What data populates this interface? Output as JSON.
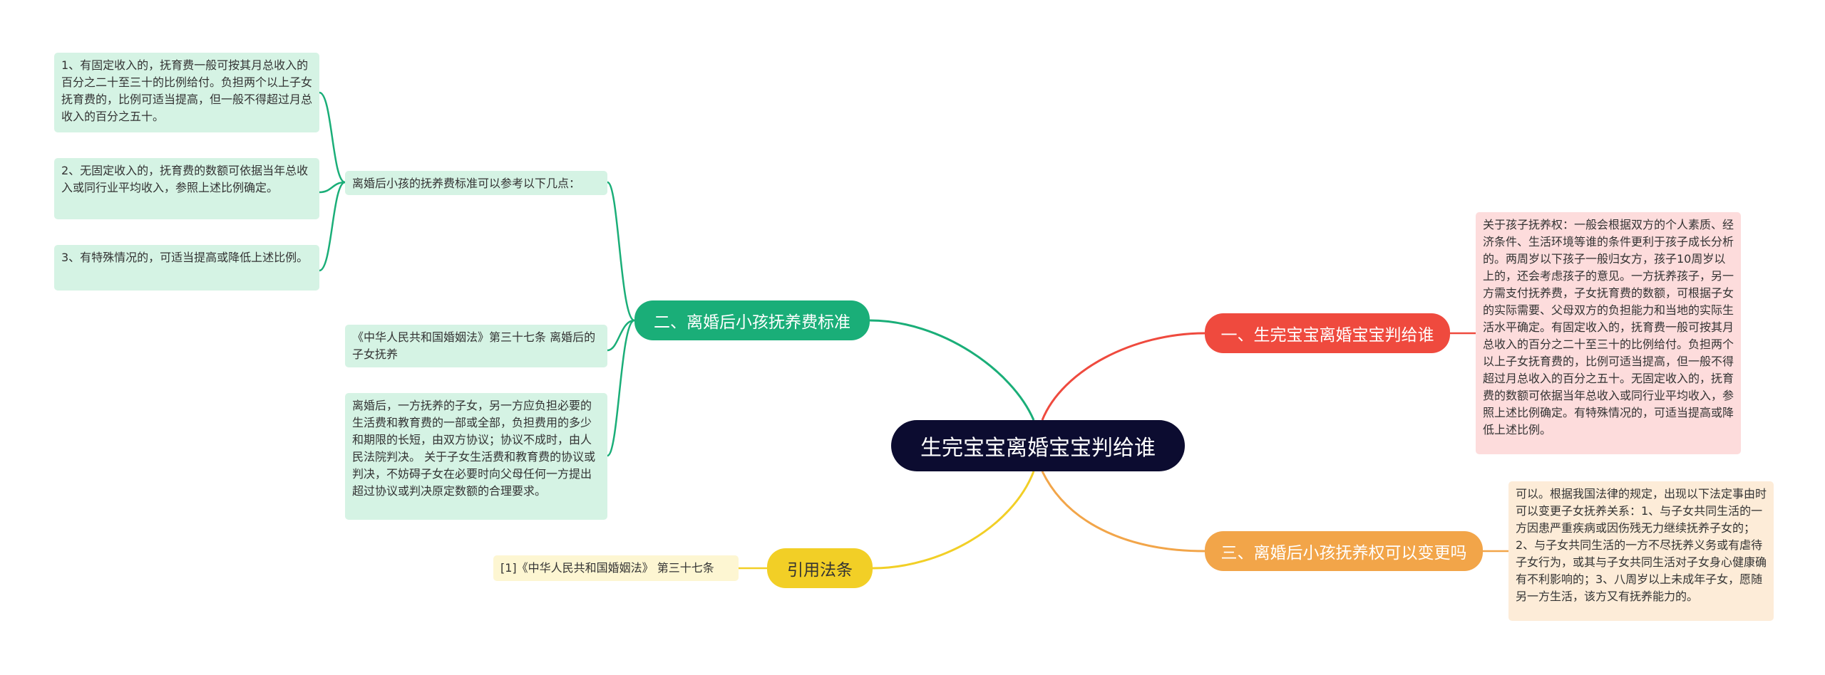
{
  "central": "生完宝宝离婚宝宝判给谁",
  "branches": {
    "b1": {
      "label": "一、生完宝宝离婚宝宝判给谁",
      "color": "#ef4a3e",
      "leaves": [
        "关于孩子抚养权：一般会根据双方的个人素质、经济条件、生活环境等谁的条件更利于孩子成长分析的。两周岁以下孩子一般归女方，孩子10周岁以上的，还会考虑孩子的意见。一方抚养孩子，另一方需支付抚养费，子女抚育费的数额，可根据子女的实际需要、父母双方的负担能力和当地的实际生活水平确定。有固定收入的，抚育费一般可按其月总收入的百分之二十至三十的比例给付。负担两个以上子女抚育费的，比例可适当提高，但一般不得超过月总收入的百分之五十。无固定收入的，抚育费的数额可依据当年总收入或同行业平均收入，参照上述比例确定。有特殊情况的，可适当提高或降低上述比例。"
      ]
    },
    "b2": {
      "label": "二、离婚后小孩抚养费标准",
      "color": "#1aae78",
      "leaves": [
        "离婚后小孩的抚养费标准可以参考以下几点：",
        "《中华人民共和国婚姻法》第三十七条 离婚后的子女抚养",
        "离婚后，一方抚养的子女，另一方应负担必要的生活费和教育费的一部或全部，负担费用的多少和期限的长短，由双方协议；协议不成时，由人民法院判决。 关于子女生活费和教育费的协议或判决，不妨碍子女在必要时向父母任何一方提出超过协议或判决原定数额的合理要求。"
      ],
      "sub_leaves": [
        "1、有固定收入的，抚育费一般可按其月总收入的百分之二十至三十的比例给付。负担两个以上子女抚育费的，比例可适当提高，但一般不得超过月总收入的百分之五十。",
        "2、无固定收入的，抚育费的数额可依据当年总收入或同行业平均收入，参照上述比例确定。",
        "3、有特殊情况的，可适当提高或降低上述比例。"
      ]
    },
    "b3": {
      "label": "三、离婚后小孩抚养权可以变更吗",
      "color": "#f2a549",
      "leaves": [
        "可以。根据我国法律的规定，出现以下法定事由时可以变更子女抚养关系：1、与子女共同生活的一方因患严重疾病或因伤残无力继续抚养子女的；2、与子女共同生活的一方不尽抚养义务或有虐待子女行为，或其与子女共同生活对子女身心健康确有不利影响的；3、八周岁以上未成年子女，愿随另一方生活，该方又有抚养能力的。"
      ]
    },
    "b4": {
      "label": "引用法条",
      "color": "#f2cf26",
      "leaves": [
        "[1]《中华人民共和国婚姻法》 第三十七条"
      ]
    }
  }
}
